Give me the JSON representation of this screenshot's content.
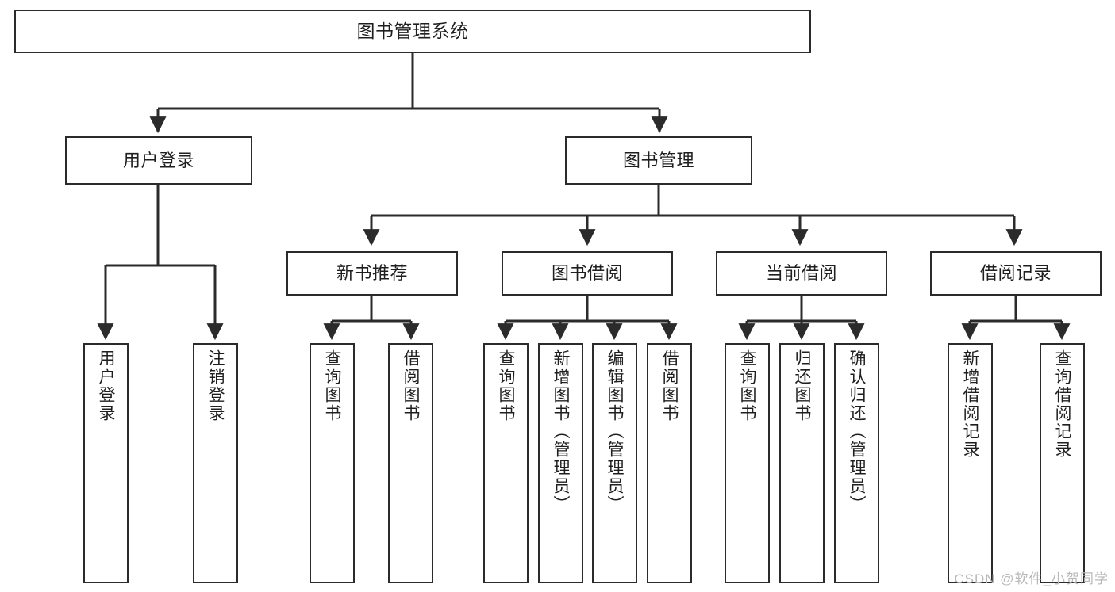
{
  "diagram": {
    "title": "图书管理系统",
    "type": "tree",
    "watermark": "CSDN @软件_小贺同学",
    "stroke_color": "#2b2b2b",
    "background_color": "#ffffff",
    "text_color": "#1f1f1f"
  },
  "nodes": {
    "root": {
      "label": "图书管理系统",
      "level": 1
    },
    "level2": [
      {
        "id": "user-login",
        "label": "用户登录"
      },
      {
        "id": "book-management",
        "label": "图书管理"
      }
    ],
    "level3": [
      {
        "id": "new-book-recommend",
        "label": "新书推荐",
        "parent": "book-management"
      },
      {
        "id": "book-borrow",
        "label": "图书借阅",
        "parent": "book-management"
      },
      {
        "id": "current-borrow",
        "label": "当前借阅",
        "parent": "book-management"
      },
      {
        "id": "borrow-record",
        "label": "借阅记录",
        "parent": "book-management"
      }
    ],
    "leaves": [
      {
        "id": "leaf-user-login",
        "label": "用户登录",
        "parent": "user-login"
      },
      {
        "id": "leaf-logout-login",
        "label": "注销登录",
        "parent": "user-login"
      },
      {
        "id": "leaf-query-book-1",
        "label": "查询图书",
        "parent": "new-book-recommend"
      },
      {
        "id": "leaf-borrow-book-1",
        "label": "借阅图书",
        "parent": "new-book-recommend"
      },
      {
        "id": "leaf-query-book-2",
        "label": "查询图书",
        "parent": "book-borrow"
      },
      {
        "id": "leaf-add-book",
        "label": "新增图书（管理员）",
        "parent": "book-borrow"
      },
      {
        "id": "leaf-edit-book",
        "label": "编辑图书（管理员）",
        "parent": "book-borrow"
      },
      {
        "id": "leaf-borrow-book-2",
        "label": "借阅图书",
        "parent": "book-borrow"
      },
      {
        "id": "leaf-query-book-3",
        "label": "查询图书",
        "parent": "current-borrow"
      },
      {
        "id": "leaf-return-book",
        "label": "归还图书",
        "parent": "current-borrow"
      },
      {
        "id": "leaf-confirm-return",
        "label": "确认归还（管理员）",
        "parent": "current-borrow"
      },
      {
        "id": "leaf-add-record",
        "label": "新增借阅记录",
        "parent": "borrow-record"
      },
      {
        "id": "leaf-query-record",
        "label": "查询借阅记录",
        "parent": "borrow-record"
      }
    ]
  }
}
